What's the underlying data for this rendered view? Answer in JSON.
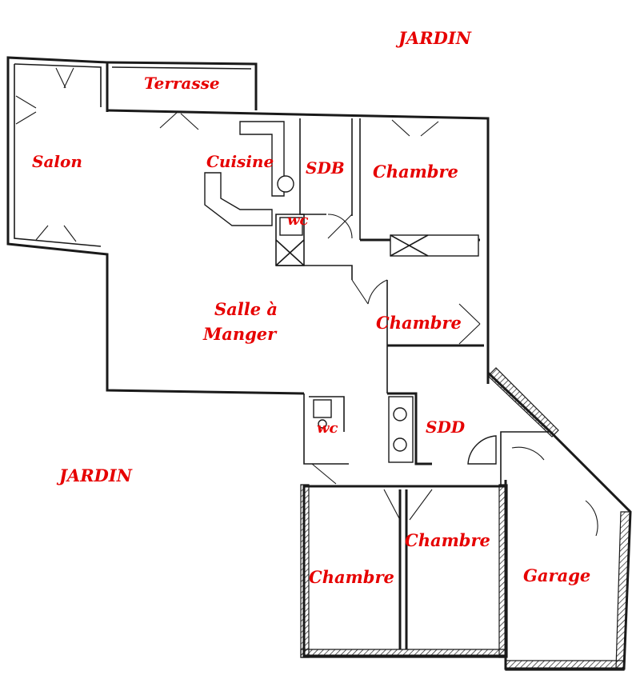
{
  "labels": {
    "jardin_top": "JARDIN",
    "jardin_left": "JARDIN",
    "terrasse": "Terrasse",
    "salon": "Salon",
    "cuisine": "Cuisine",
    "sdb": "SDB",
    "chambre_1": "Chambre",
    "wc_1": "wc",
    "salle_line1": "Salle à",
    "salle_line2": "Manger",
    "chambre_2": "Chambre",
    "wc_2": "wc",
    "sdd": "SDD",
    "chambre_3": "Chambre",
    "chambre_4": "Chambre",
    "garage": "Garage"
  },
  "colors": {
    "label": "#e60000",
    "wall": "#1a1a1a",
    "background": "#ffffff"
  }
}
